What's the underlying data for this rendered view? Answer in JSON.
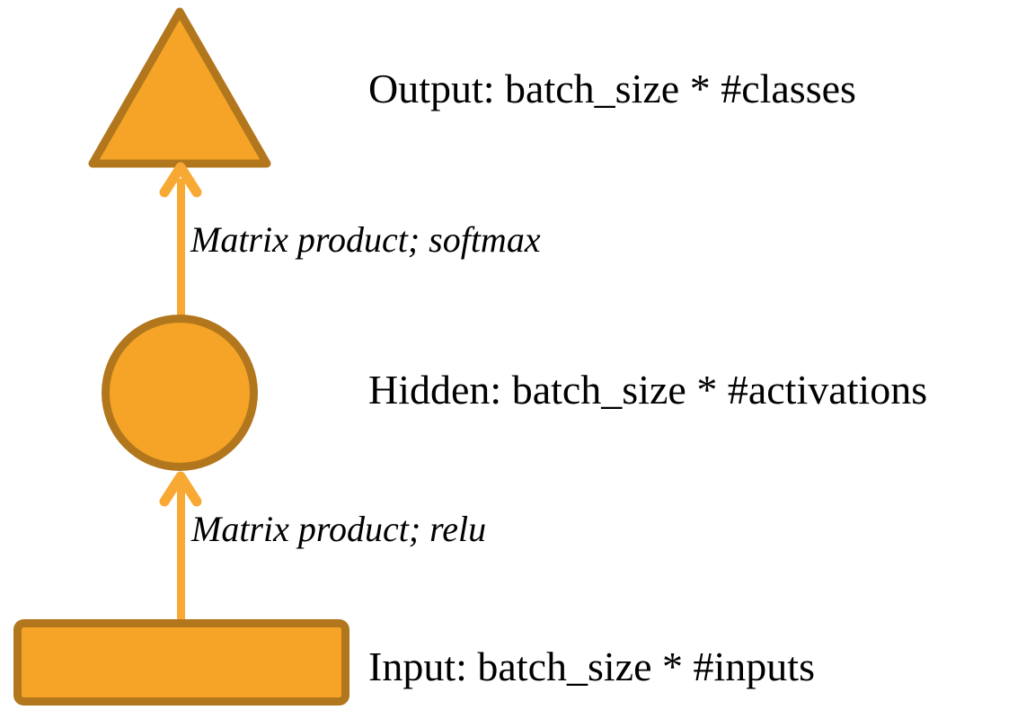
{
  "diagram": {
    "title_implied": "",
    "background": "#ffffff",
    "colors": {
      "node_fill": "#F5A427",
      "node_border": "#B2771D",
      "arrow": "#F7A933",
      "text": "#000000"
    },
    "nodes": [
      {
        "id": "output",
        "shape": "triangle",
        "label": "Output: batch_size * #classes"
      },
      {
        "id": "hidden",
        "shape": "circle",
        "label": "Hidden: batch_size * #activations"
      },
      {
        "id": "input",
        "shape": "rectangle",
        "label": "Input: batch_size * #inputs"
      }
    ],
    "edges": [
      {
        "from": "hidden",
        "to": "output",
        "label": "Matrix product; softmax"
      },
      {
        "from": "input",
        "to": "hidden",
        "label": "Matrix product; relu"
      }
    ]
  }
}
